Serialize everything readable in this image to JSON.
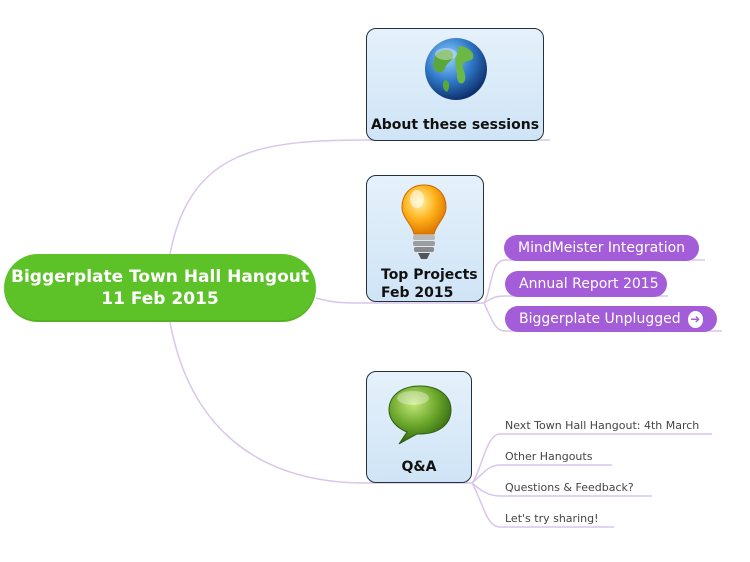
{
  "central": {
    "line1": "Biggerplate Town Hall Hangout",
    "line2": "11 Feb 2015"
  },
  "topics": {
    "about": {
      "label": "About these sessions",
      "icon": "globe-icon"
    },
    "top_projects": {
      "line1": "Top Projects",
      "line2": "Feb 2015",
      "icon": "lightbulb-icon"
    },
    "qa": {
      "label": "Q&A",
      "icon": "speech-bubble-icon"
    }
  },
  "project_items": [
    "MindMeister Integration",
    "Annual Report 2015",
    "Biggerplate Unplugged"
  ],
  "qa_items": [
    "Next Town Hall Hangout: 4th March",
    "Other Hangouts",
    "Questions & Feedback?",
    "Let's try sharing!"
  ],
  "colors": {
    "central": "#5dc228",
    "pill": "#a35dd8",
    "connector": "#d9c6ea",
    "topic_border": "#23313d"
  }
}
